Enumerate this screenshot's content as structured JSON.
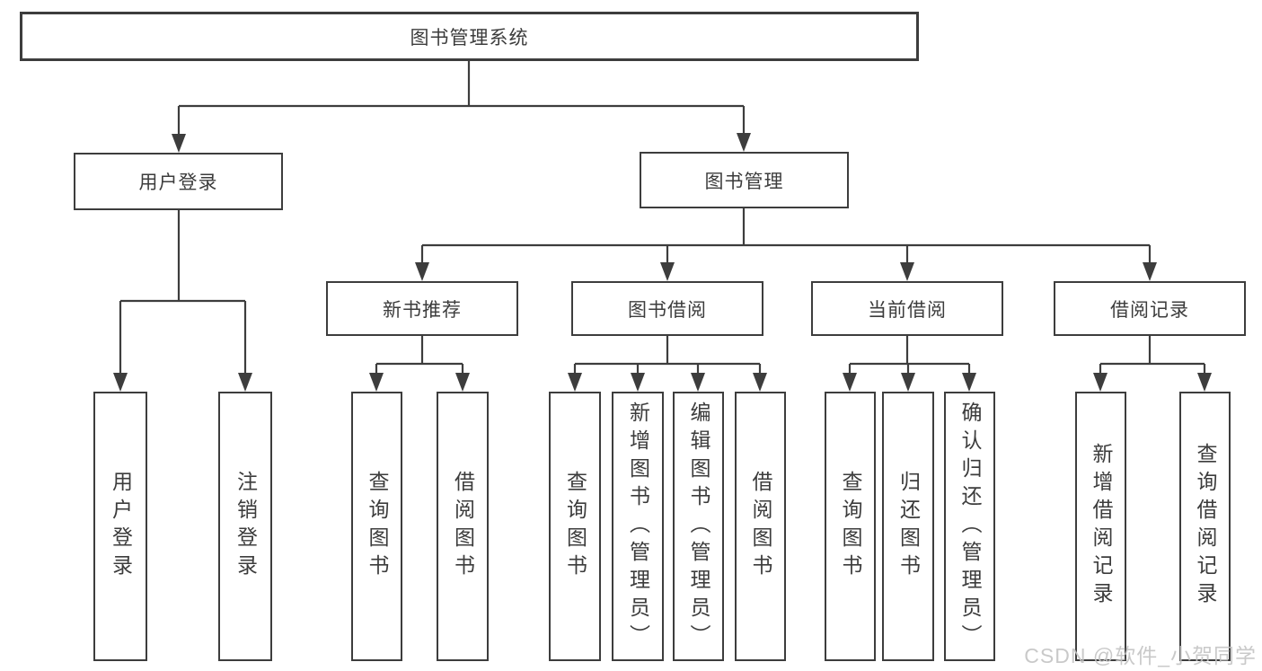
{
  "diagram": {
    "root": {
      "label": "图书管理系统"
    },
    "level2": [
      {
        "id": "user-login",
        "label": "用户登录",
        "parent": "图书管理系统"
      },
      {
        "id": "book-management",
        "label": "图书管理",
        "parent": "图书管理系统"
      }
    ],
    "level3": [
      {
        "id": "new-book-recommend",
        "label": "新书推荐",
        "parent": "图书管理"
      },
      {
        "id": "book-borrowing",
        "label": "图书借阅",
        "parent": "图书管理"
      },
      {
        "id": "current-borrowing",
        "label": "当前借阅",
        "parent": "图书管理"
      },
      {
        "id": "borrowing-records",
        "label": "借阅记录",
        "parent": "图书管理"
      }
    ],
    "leaves": [
      {
        "label": "用户登录",
        "parent": "用户登录"
      },
      {
        "label": "注销登录",
        "parent": "用户登录"
      },
      {
        "label": "查询图书",
        "parent": "新书推荐"
      },
      {
        "label": "借阅图书",
        "parent": "新书推荐"
      },
      {
        "label": "查询图书",
        "parent": "图书借阅"
      },
      {
        "label": "新增图书（管理员）",
        "parent": "图书借阅"
      },
      {
        "label": "编辑图书（管理员）",
        "parent": "图书借阅"
      },
      {
        "label": "借阅图书",
        "parent": "图书借阅"
      },
      {
        "label": "查询图书",
        "parent": "当前借阅"
      },
      {
        "label": "归还图书",
        "parent": "当前借阅"
      },
      {
        "label": "确认归还（管理员）",
        "parent": "当前借阅"
      },
      {
        "label": "新增借阅记录",
        "parent": "借阅记录"
      },
      {
        "label": "查询借阅记录",
        "parent": "借阅记录"
      }
    ],
    "watermark": "CSDN @软件_小贺同学",
    "colors": {
      "line": "#3d3d3d",
      "text": "#3c3c3c",
      "box_background": "#ffffff",
      "page_background": "#ffffff",
      "watermark": "#c4c4c4"
    }
  }
}
